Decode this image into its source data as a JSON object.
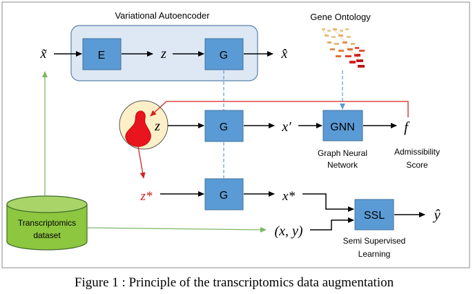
{
  "vae": {
    "title": "Variational Autoencoder"
  },
  "go": {
    "title": "Gene Ontology"
  },
  "boxes": {
    "encoder": "E",
    "generator": "G",
    "gnn": "GNN",
    "ssl": "SSL"
  },
  "symbols": {
    "x_tilde": "x̃",
    "z": "z",
    "x_hat": "x̂",
    "x_prime": "x′",
    "f": "f",
    "z_star": "z*",
    "x_star": "x*",
    "xy": "(x, y)",
    "y_hat": "ŷ"
  },
  "labels": {
    "gnn_line1": "Graph Neural",
    "gnn_line2": "Network",
    "score_line1": "Admissibility",
    "score_line2": "Score",
    "ssl_line1": "Semi Supervised",
    "ssl_line2": "Learning",
    "dataset_line1": "Transcriptomics",
    "dataset_line2": "dataset"
  },
  "caption": "Figure 1 : Principle of the transcriptomics data augmentation",
  "colors": {
    "box": "#5b9bd5",
    "vae_bg": "#dde8f4",
    "red": "#d42020",
    "green": "#7bb662",
    "dataset": "#8dc63f",
    "latent_bg": "#fdf0c8",
    "dashed_blue": "#5b9bd5"
  }
}
